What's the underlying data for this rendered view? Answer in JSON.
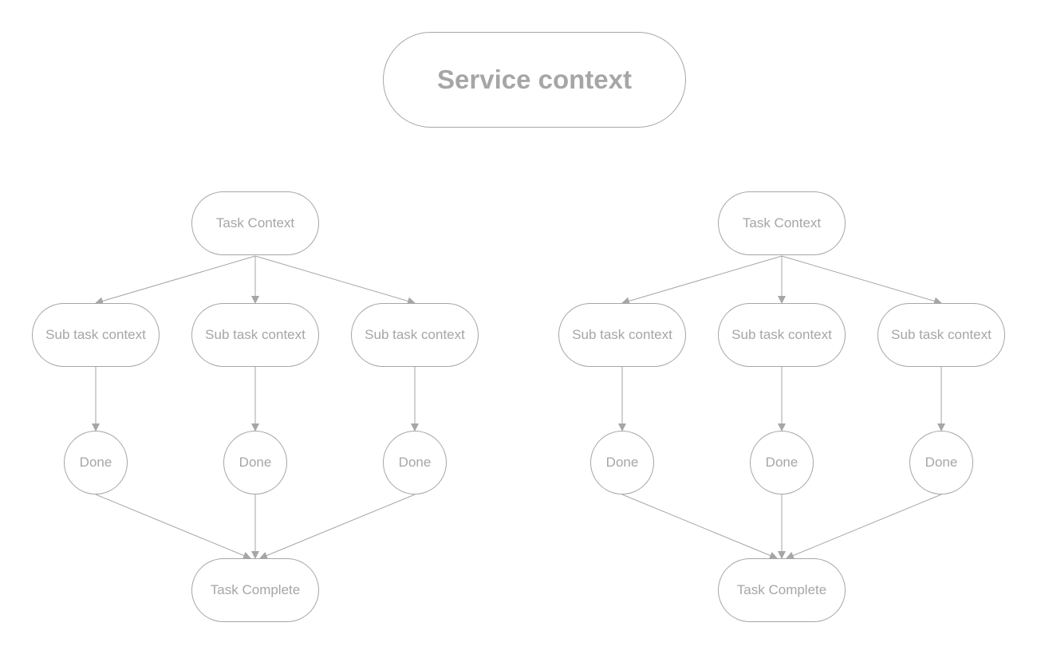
{
  "service": {
    "label": "Service context"
  },
  "colors": {
    "stroke": "#a6a6a6",
    "text": "#a6a6a6",
    "background": "#ffffff"
  },
  "groups": [
    {
      "task": "Task Context",
      "subtasks": [
        "Sub task context",
        "Sub task context",
        "Sub task context"
      ],
      "dones": [
        "Done",
        "Done",
        "Done"
      ],
      "complete": "Task Complete"
    },
    {
      "task": "Task Context",
      "subtasks": [
        "Sub task context",
        "Sub task context",
        "Sub task context"
      ],
      "dones": [
        "Done",
        "Done",
        "Done"
      ],
      "complete": "Task Complete"
    }
  ]
}
